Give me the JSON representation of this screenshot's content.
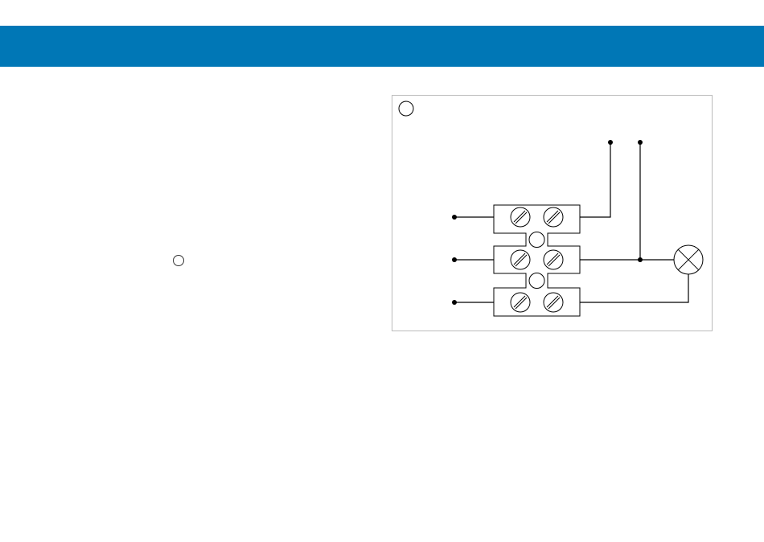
{
  "header": {
    "title": "",
    "background_color": "#0077b6"
  },
  "diagram": {
    "callout_label": "",
    "text_marker_label": "",
    "terminal_block": {
      "rows": 3,
      "screws_per_row": 2
    },
    "components": [
      "terminal-block",
      "lamp-symbol",
      "wire-terminals"
    ],
    "line_color": "#000000",
    "frame_color": "#bbbbbb"
  }
}
